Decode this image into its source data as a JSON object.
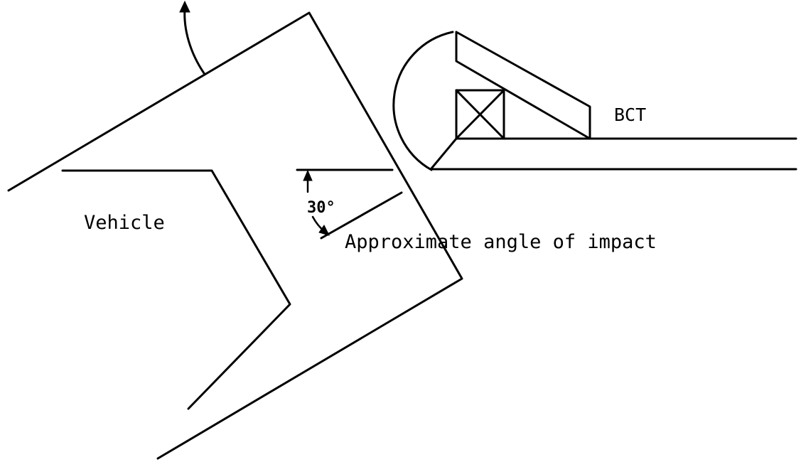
{
  "labels": {
    "vehicle": "Vehicle",
    "angle": "30°",
    "impact_note": "Approximate angle of impact",
    "bct": "BCT"
  },
  "colors": {
    "stroke": "#000000",
    "background": "#ffffff"
  }
}
